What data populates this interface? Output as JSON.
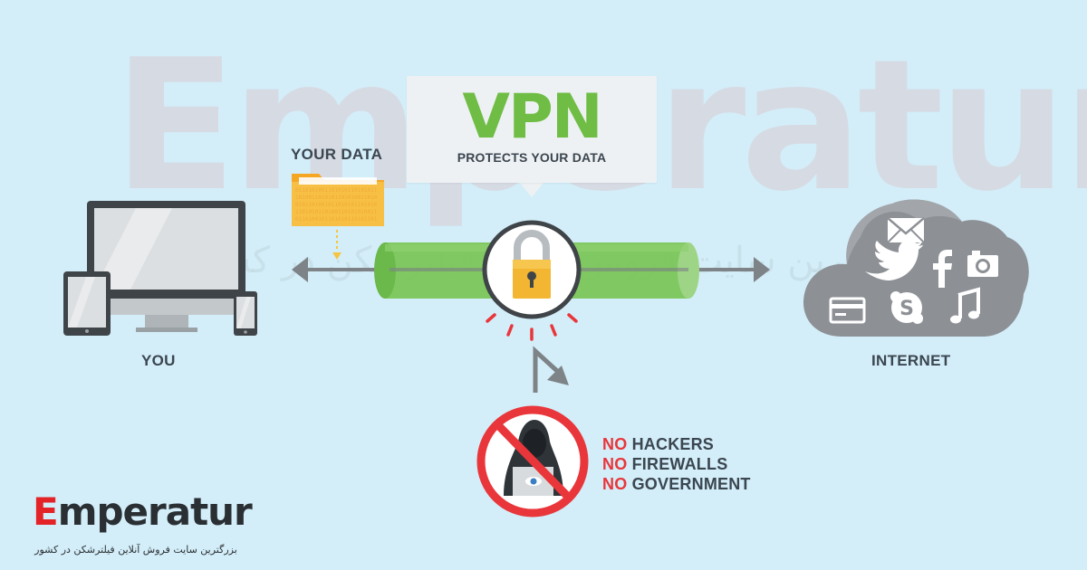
{
  "watermark": {
    "brand": "Emperatur",
    "tagline": "بزرگترین سایت فروش آنلاین فیلترشکن در کشور"
  },
  "vpn_callout": {
    "title": "VPN",
    "subtitle": "PROTECTS YOUR DATA"
  },
  "your_data": {
    "label": "YOUR DATA"
  },
  "you": {
    "label": "YOU"
  },
  "internet": {
    "label": "INTERNET"
  },
  "blocked": {
    "items": [
      {
        "prefix": "NO",
        "text": "HACKERS"
      },
      {
        "prefix": "NO",
        "text": "FIREWALLS"
      },
      {
        "prefix": "NO",
        "text": "GOVERNMENT"
      }
    ]
  },
  "logo": {
    "initial": "E",
    "rest": "mperatur",
    "tagline": "بزرگترین سایت فروش آنلاین فیلترشکن در کشور"
  },
  "colors": {
    "background": "#d3eef9",
    "vpn_green": "#6fbd45",
    "tunnel_green": "#7bc65a",
    "lock_gold": "#f2b632",
    "alert_red": "#e9363b",
    "text_dark": "#3b4650",
    "device_dark": "#3f4448",
    "cloud_gray": "#8d9196"
  },
  "icons": [
    "desktop-icon",
    "tablet-icon",
    "phone-icon",
    "folder-icon",
    "padlock-icon",
    "cloud-icon",
    "mail-icon",
    "twitter-icon",
    "facebook-icon",
    "camera-icon",
    "credit-card-icon",
    "skype-icon",
    "music-icon",
    "hacker-icon",
    "prohibited-icon",
    "eye-icon"
  ]
}
